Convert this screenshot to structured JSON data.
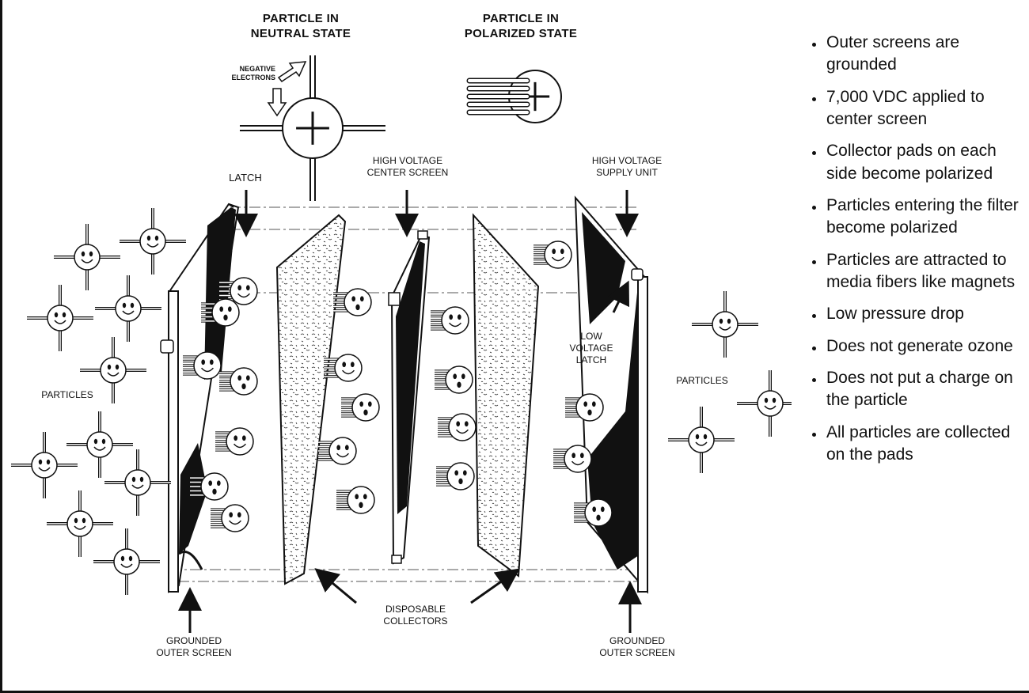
{
  "legend": {
    "neutral_title": "PARTICLE IN\nNEUTRAL STATE",
    "polarized_title": "PARTICLE IN\nPOLARIZED STATE",
    "negative_electrons": "NEGATIVE\nELECTRONS"
  },
  "labels": {
    "latch": "LATCH",
    "center_screen": "HIGH VOLTAGE\nCENTER SCREEN",
    "supply_unit": "HIGH VOLTAGE\nSUPPLY UNIT",
    "low_voltage_latch": "LOW\nVOLTAGE\nLATCH",
    "particles_left": "PARTICLES",
    "particles_right": "PARTICLES",
    "collectors": "DISPOSABLE\nCOLLECTORS",
    "grounded_left": "GROUNDED\nOUTER SCREEN",
    "grounded_right": "GROUNDED\nOUTER SCREEN"
  },
  "bullets": [
    "Outer screens are grounded",
    "7,000 VDC applied to center screen",
    "Collector pads on each side become polarized",
    "Particles entering the filter become polarized",
    "Particles are attracted to media fibers like magnets",
    "Low pressure drop",
    "Does not generate ozone",
    "Does not put a charge on the particle",
    "All particles are collected on the pads"
  ]
}
